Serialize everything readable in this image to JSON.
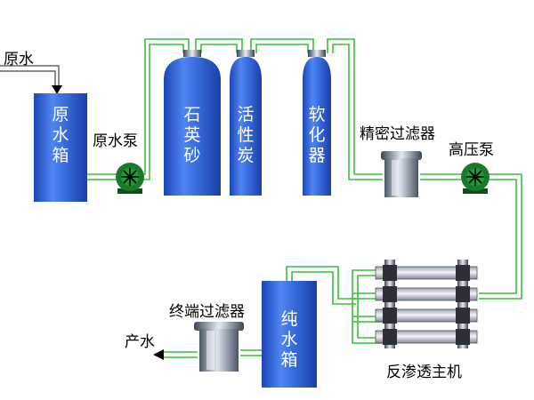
{
  "labels": {
    "raw_water_in": "原水",
    "raw_water_tank": "原水箱",
    "raw_water_pump": "原水泵",
    "quartz_sand": "石英砂",
    "activated_carbon": "活性炭",
    "softener": "软化器",
    "precision_filter": "精密过滤器",
    "high_pressure_pump": "高压泵",
    "ro_unit": "反渗透主机",
    "pure_water_tank": "纯水箱",
    "terminal_filter": "终端过滤器",
    "product_water": "产水"
  },
  "colors": {
    "pipe": "#36c236",
    "vessel_blue": "#2f63d8",
    "vessel_light": "#7aa6ff",
    "pump_green": "#1a7a2c",
    "filter_gray": "#8a96a8"
  }
}
